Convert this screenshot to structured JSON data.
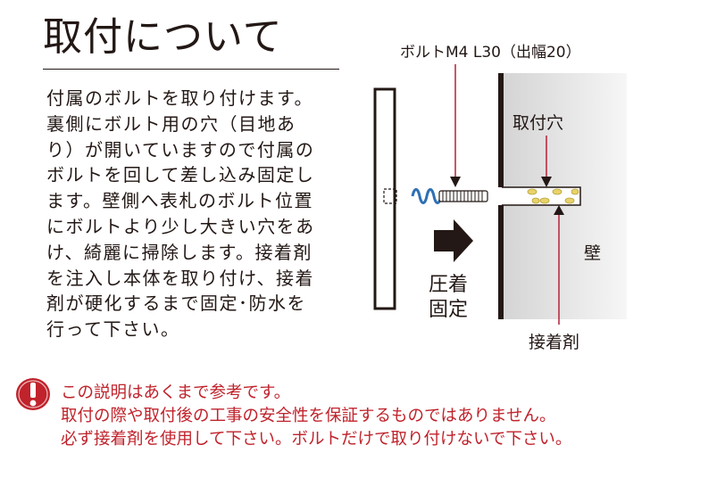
{
  "title": "取付について",
  "instructions": [
    "付属のボルトを取り付けます。",
    "裏側にボルト用の穴（目地あ",
    "り）が開いていますので付属の",
    "ボルトを回して差し込み固定し",
    "ます。壁側へ表札のボルト位置",
    "にボルトより少し大きい穴をあ",
    "け、綺麗に掃除します。接着剤",
    "を注入し本体を取り付け、接着",
    "剤が硬化するまで固定･防水を",
    "行って下さい。"
  ],
  "diagram": {
    "bolt_label": "ボルトM4 L30（出幅20）",
    "hole_label": "取付穴",
    "wall_label": "壁",
    "press_label_line1": "圧着",
    "press_label_line2": "固定",
    "adhesive_label": "接着剤",
    "colors": {
      "leader": "#b5213a",
      "adhesive": "#e8d26a",
      "spring": "#2f6fb3",
      "wall_dark": "#d6d6d6",
      "wall_light": "#f4f4f4"
    }
  },
  "caution": {
    "icon": "exclamation-icon",
    "color": "#c0232c",
    "lines": [
      "この説明はあくまで参考です。",
      "取付の際や取付後の工事の安全性を保証するものではありません。",
      "必ず接着剤を使用して下さい。ボルトだけで取り付けないで下さい。"
    ]
  }
}
